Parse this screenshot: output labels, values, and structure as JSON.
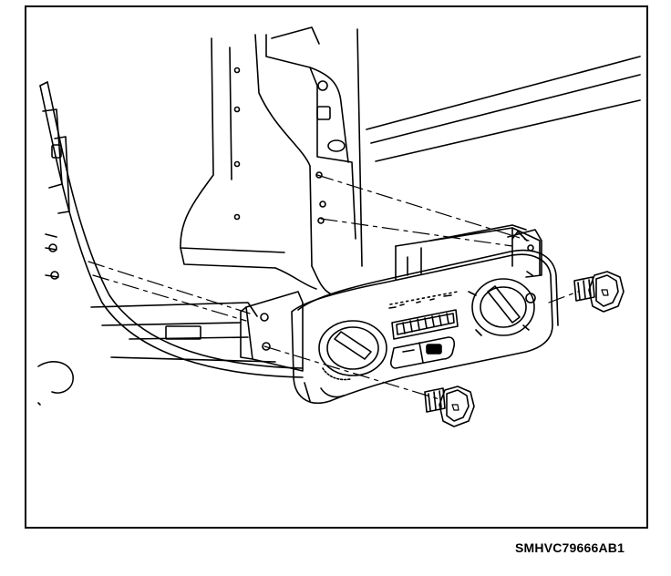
{
  "figure": {
    "code": "SMHVC79666AB1"
  },
  "parts": [
    {
      "name": "instrument-panel-carrier"
    },
    {
      "name": "hvac-control-module"
    },
    {
      "name": "temperature-knob"
    },
    {
      "name": "air-distribution-knob"
    },
    {
      "name": "blower-speed-slider"
    },
    {
      "name": "mounting-bolt-upper"
    },
    {
      "name": "mounting-bolt-lower"
    }
  ],
  "colors": {
    "line": "#000000",
    "background": "#ffffff"
  }
}
